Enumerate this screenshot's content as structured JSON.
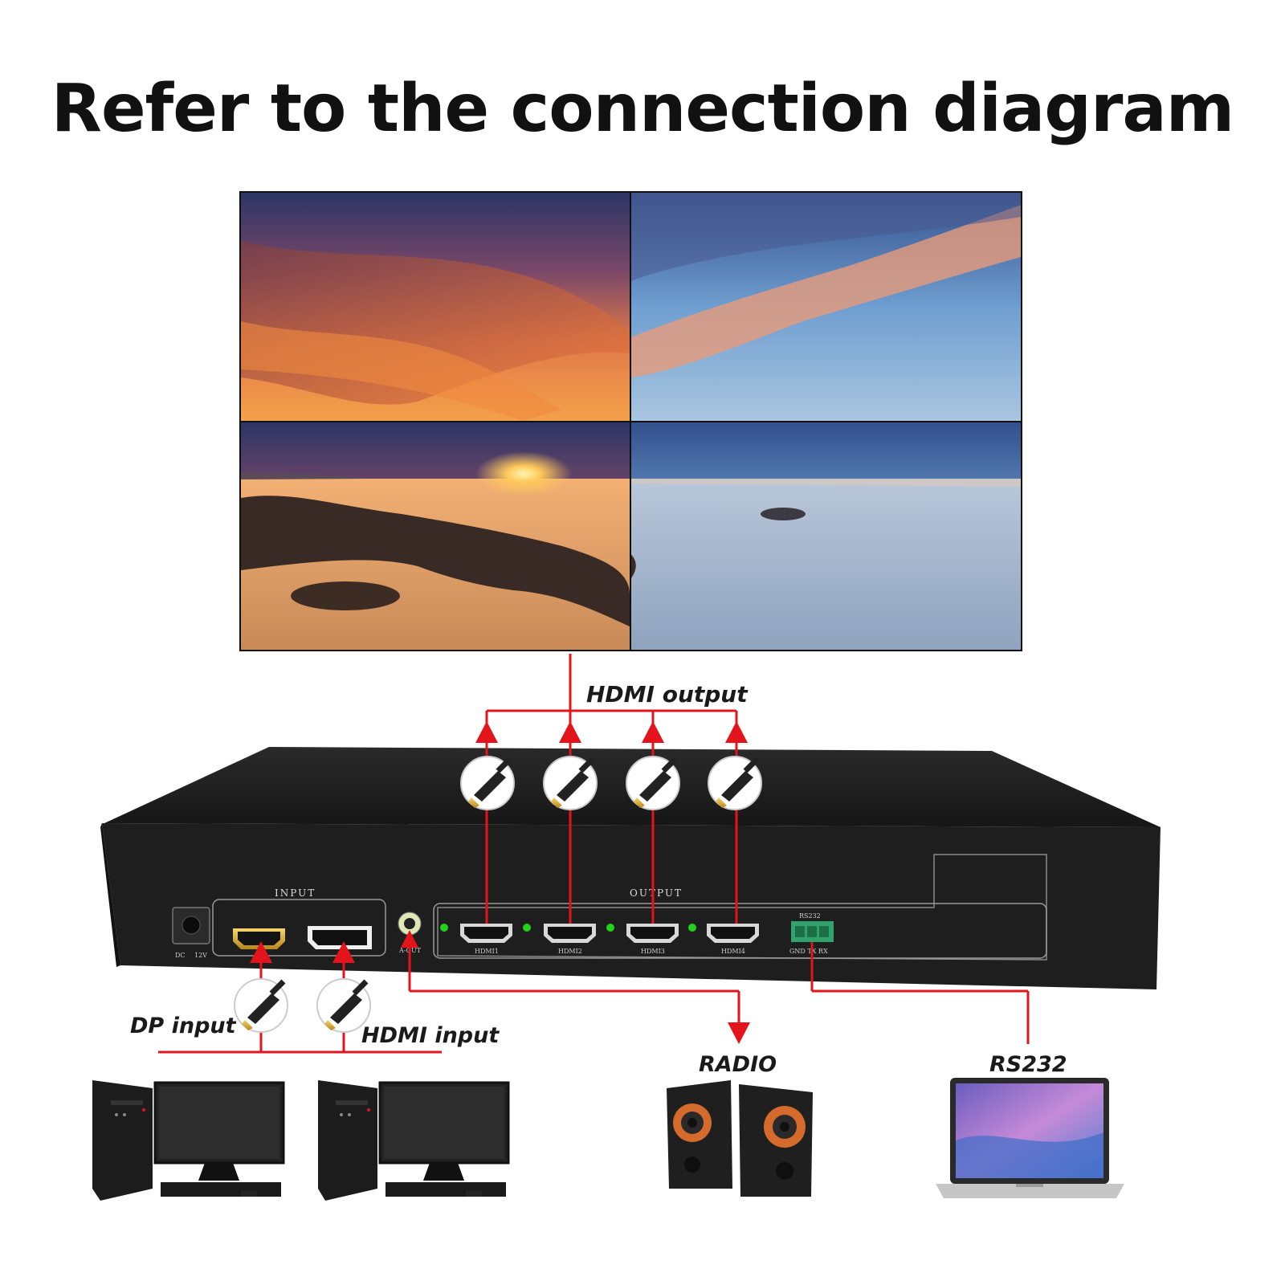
{
  "title": "Refer to the connection diagram",
  "labels": {
    "hdmi_output": "HDMI output",
    "dp_input": "DP input",
    "hdmi_input": "HDMI input",
    "radio": "RADIO",
    "rs232": "RS232"
  },
  "device": {
    "input_panel": "INPUT",
    "output_panel": "OUTPUT",
    "dc": "DC",
    "dc_voltage": "12V",
    "audio_out": "A-OUT",
    "rs232_header": "RS232",
    "rs232_pins": "GND  TX  RX",
    "output_ports": [
      "HDMI1",
      "HDMI2",
      "HDMI3",
      "HDMI4"
    ]
  },
  "colors": {
    "arrow": "#e3141b",
    "device": "#1c1c1c",
    "led": "#22d11a"
  }
}
